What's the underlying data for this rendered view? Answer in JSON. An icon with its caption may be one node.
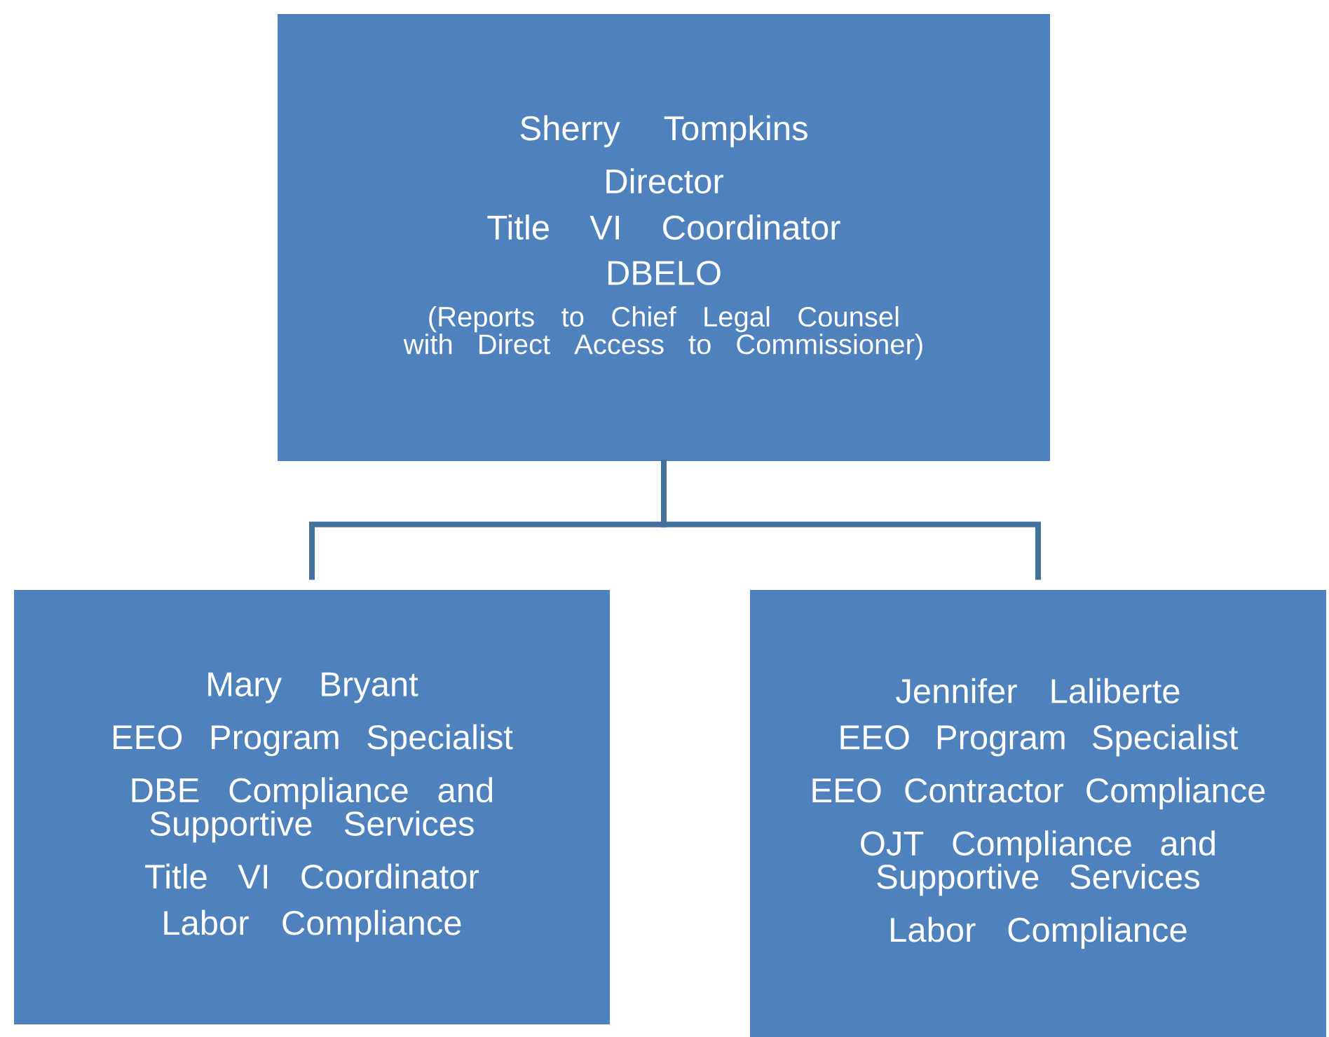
{
  "diagram": {
    "nodes": [
      {
        "text": [
          "Sherry Tompkins",
          "Director",
          "Title VI Coordinator",
          "DBELO",
          "(Reports to Chief Legal Counsel with Direct Access to Commissioner)"
        ]
      },
      {
        "text": [
          "Mary Bryant",
          "EEO Program Specialist",
          "DBE Compliance and Supportive Services",
          "Title VI Coordinator",
          "Labor Compliance"
        ]
      },
      {
        "text": [
          "Jennifer Laliberte",
          "EEO Program Specialist",
          "EEO Contractor Compliance",
          "OJT Compliance and Supportive Services",
          "Labor Compliance"
        ]
      }
    ],
    "edges": [
      {
        "from": 0,
        "to": 1,
        "arrow": "none"
      },
      {
        "from": 0,
        "to": 2,
        "arrow": "none"
      }
    ]
  }
}
